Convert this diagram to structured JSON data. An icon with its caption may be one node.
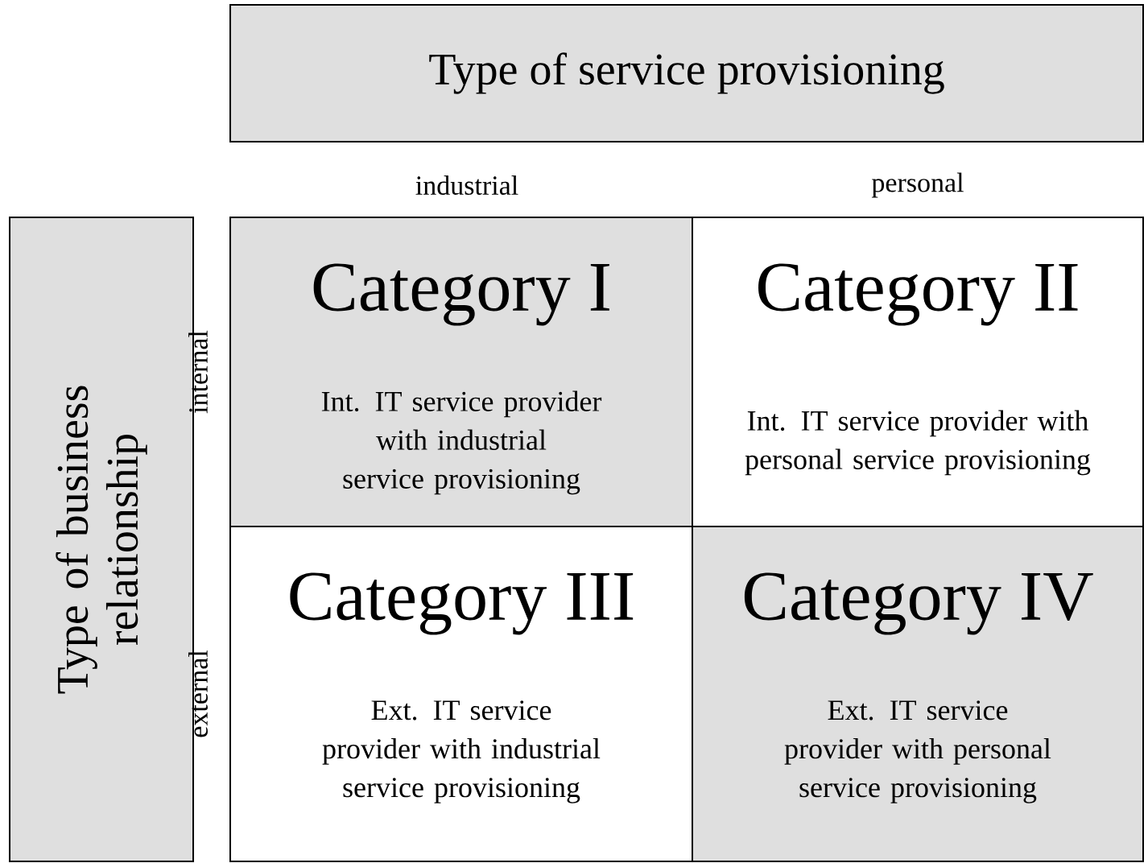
{
  "diagram": {
    "nodes": [
      {
        "text": [
          "Type of service provisioning"
        ]
      },
      {
        "text": [
          "Type of business relationship"
        ]
      },
      {
        "text": [
          "Category I",
          "Int. IT service provider with industrial service provisioning"
        ]
      },
      {
        "text": [
          "Category II",
          "Int. IT service provider with personal service provisioning"
        ]
      },
      {
        "text": [
          "Category III",
          "Ext. IT service provider with industrial service provisioning"
        ]
      },
      {
        "text": [
          "Category IV",
          "Ext. IT service provider with personal service provisioning"
        ]
      }
    ],
    "labels": [
      "industrial",
      "personal",
      "internal",
      "external"
    ]
  }
}
